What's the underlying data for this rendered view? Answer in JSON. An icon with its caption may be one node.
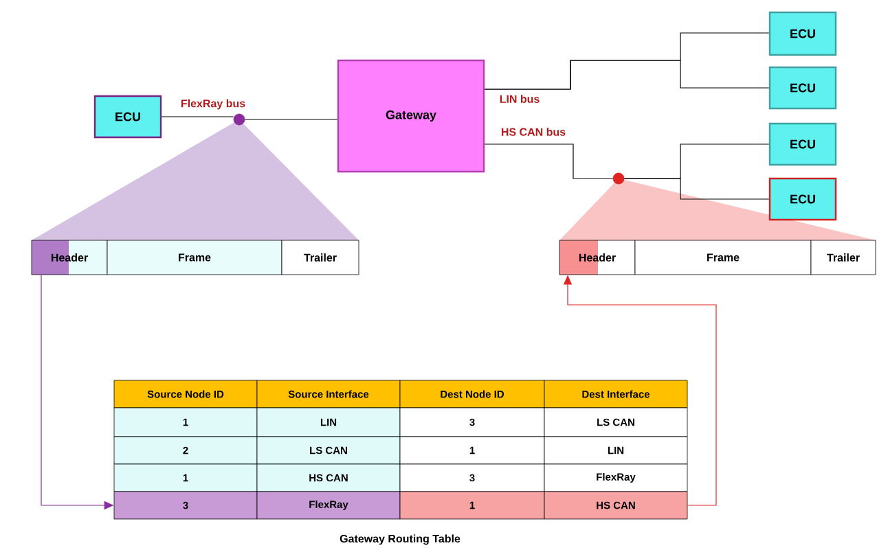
{
  "diagram": {
    "caption": "Gateway Routing Table",
    "nodes": [
      {
        "text": [
          "ECU"
        ]
      },
      {
        "text": [
          "Gateway"
        ]
      },
      {
        "text": [
          "ECU"
        ]
      },
      {
        "text": [
          "ECU"
        ]
      },
      {
        "text": [
          "ECU"
        ]
      },
      {
        "text": [
          "ECU"
        ]
      },
      {
        "text": [],
        "shape": "circle"
      },
      {
        "text": [],
        "shape": "circle"
      },
      {
        "text": [
          "Header"
        ]
      },
      {
        "text": [
          "Frame"
        ]
      },
      {
        "text": [
          "Trailer"
        ]
      },
      {
        "text": [
          "Header"
        ]
      },
      {
        "text": [
          "Frame"
        ]
      },
      {
        "text": [
          "Trailer"
        ]
      },
      {
        "text": [
          "3"
        ]
      },
      {
        "text": [
          "FlexRay"
        ]
      },
      {
        "text": [
          "1"
        ]
      },
      {
        "text": [
          "HS CAN"
        ]
      }
    ],
    "edges": [
      {
        "from": 0,
        "to": 6,
        "arrow": "none",
        "label": "FlexRay bus"
      },
      {
        "from": 6,
        "to": 1,
        "arrow": "none"
      },
      {
        "from": 1,
        "to": 2,
        "arrow": "none",
        "label": "LIN bus"
      },
      {
        "from": 1,
        "to": 3,
        "arrow": "none"
      },
      {
        "from": 1,
        "to": 7,
        "arrow": "none",
        "label": "HS CAN bus"
      },
      {
        "from": 7,
        "to": 4,
        "arrow": "none"
      },
      {
        "from": 7,
        "to": 5,
        "arrow": "none"
      },
      {
        "from": 8,
        "to": 14,
        "arrow": "to",
        "color": "#8a2c9c"
      },
      {
        "from": 17,
        "to": 11,
        "arrow": "to",
        "color": "#e02424"
      }
    ],
    "labels": [
      "Source Node ID",
      "Source Interface",
      "Dest Node ID",
      "Dest Interface",
      "1",
      "LIN",
      "3",
      "LS CAN",
      "2",
      "LS CAN",
      "1",
      "LIN",
      "1",
      "HS CAN",
      "3",
      "FlexRay"
    ]
  }
}
